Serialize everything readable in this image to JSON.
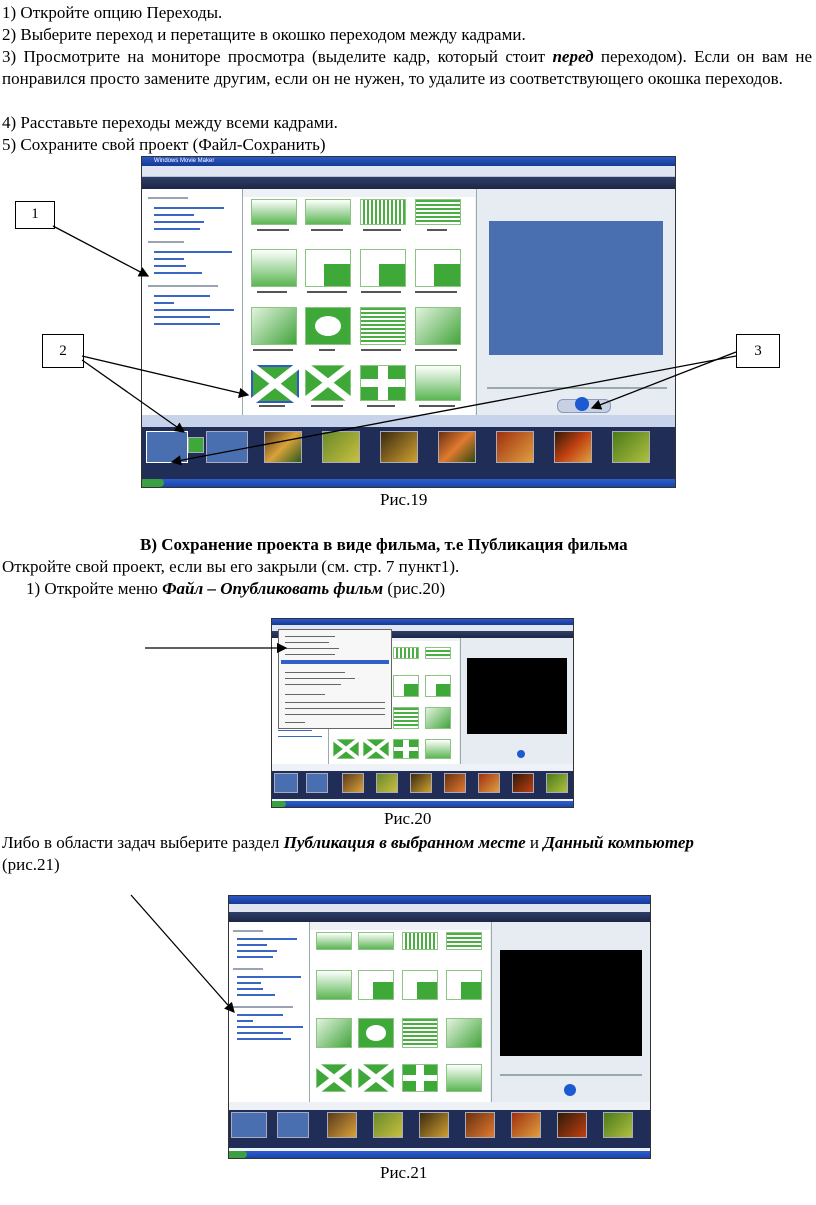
{
  "steps": [
    "1) Откройте опцию Переходы.",
    "2) Выберите переход и перетащите в окошко переходом между кадрами.",
    "3) Просмотрите на мониторе просмотра (выделите кадр, который стоит ",
    "перед",
    " переходом). Если он вам не понравился просто замените другим, если он не нужен, то удалите из соответствующего окошка переходов.",
    "4) Расставьте переходы между всеми кадрами.",
    "5) Сохраните свой проект (Файл-Сохранить)"
  ],
  "fig19": {
    "caption": "Рис.19",
    "callouts": [
      "1",
      "2",
      "3"
    ],
    "window_title": "Windows Movie Maker"
  },
  "section_b": {
    "heading": "В) Сохранение проекта в виде фильма, т.е Публикация фильма",
    "intro": "Откройте свой проект, если вы его закрыли (см. стр. 7 пункт1).",
    "item1_prefix": "1)   Откройте меню ",
    "item1_menu": "Файл – Опубликовать фильм",
    "item1_suffix": " (рис.20)"
  },
  "fig20": {
    "caption": "Рис.20"
  },
  "para_alt": {
    "prefix": "Либо в области задач выберите раздел ",
    "term1": "Публикация в выбранном месте",
    "middle": " и  ",
    "term2": "Данный компьютер",
    "suffix": "(рис.21)"
  },
  "fig21": {
    "caption": "Рис.21"
  }
}
